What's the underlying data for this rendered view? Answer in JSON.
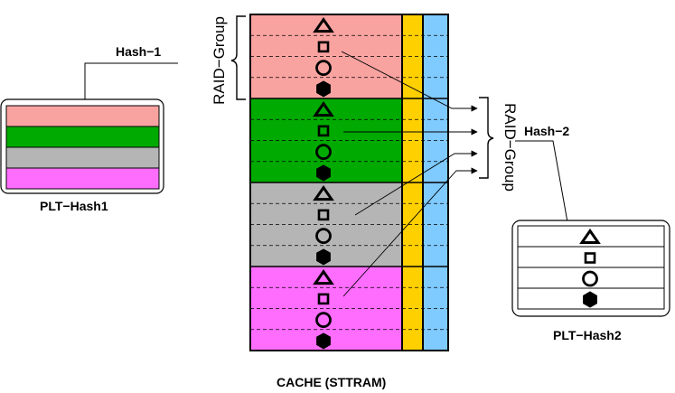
{
  "labels": {
    "hash1": "Hash−1",
    "hash2": "Hash−2",
    "raid_group_left": "RAID−Group",
    "raid_group_right": "RAID−Group",
    "plt_hash1": "PLT−Hash1",
    "plt_hash2": "PLT−Hash2",
    "cache": "CACHE (STTRAM)"
  },
  "colors": {
    "pink": "#f9a3a1",
    "green": "#00aa00",
    "gray": "#b5b5b5",
    "magenta": "#ff6dff",
    "yellow": "#ffd000",
    "blue": "#7fcaff"
  },
  "cache": {
    "groups": [
      {
        "name": "pink",
        "color_key": "pink"
      },
      {
        "name": "green",
        "color_key": "green"
      },
      {
        "name": "gray",
        "color_key": "gray"
      },
      {
        "name": "magenta",
        "color_key": "magenta"
      }
    ],
    "slot_symbols": [
      "triangle",
      "square",
      "circle",
      "hexagon"
    ]
  },
  "plt_hash1": {
    "rows": [
      "pink",
      "green",
      "gray",
      "magenta"
    ]
  },
  "plt_hash2": {
    "rows": [
      "triangle",
      "square",
      "circle",
      "hexagon"
    ]
  }
}
